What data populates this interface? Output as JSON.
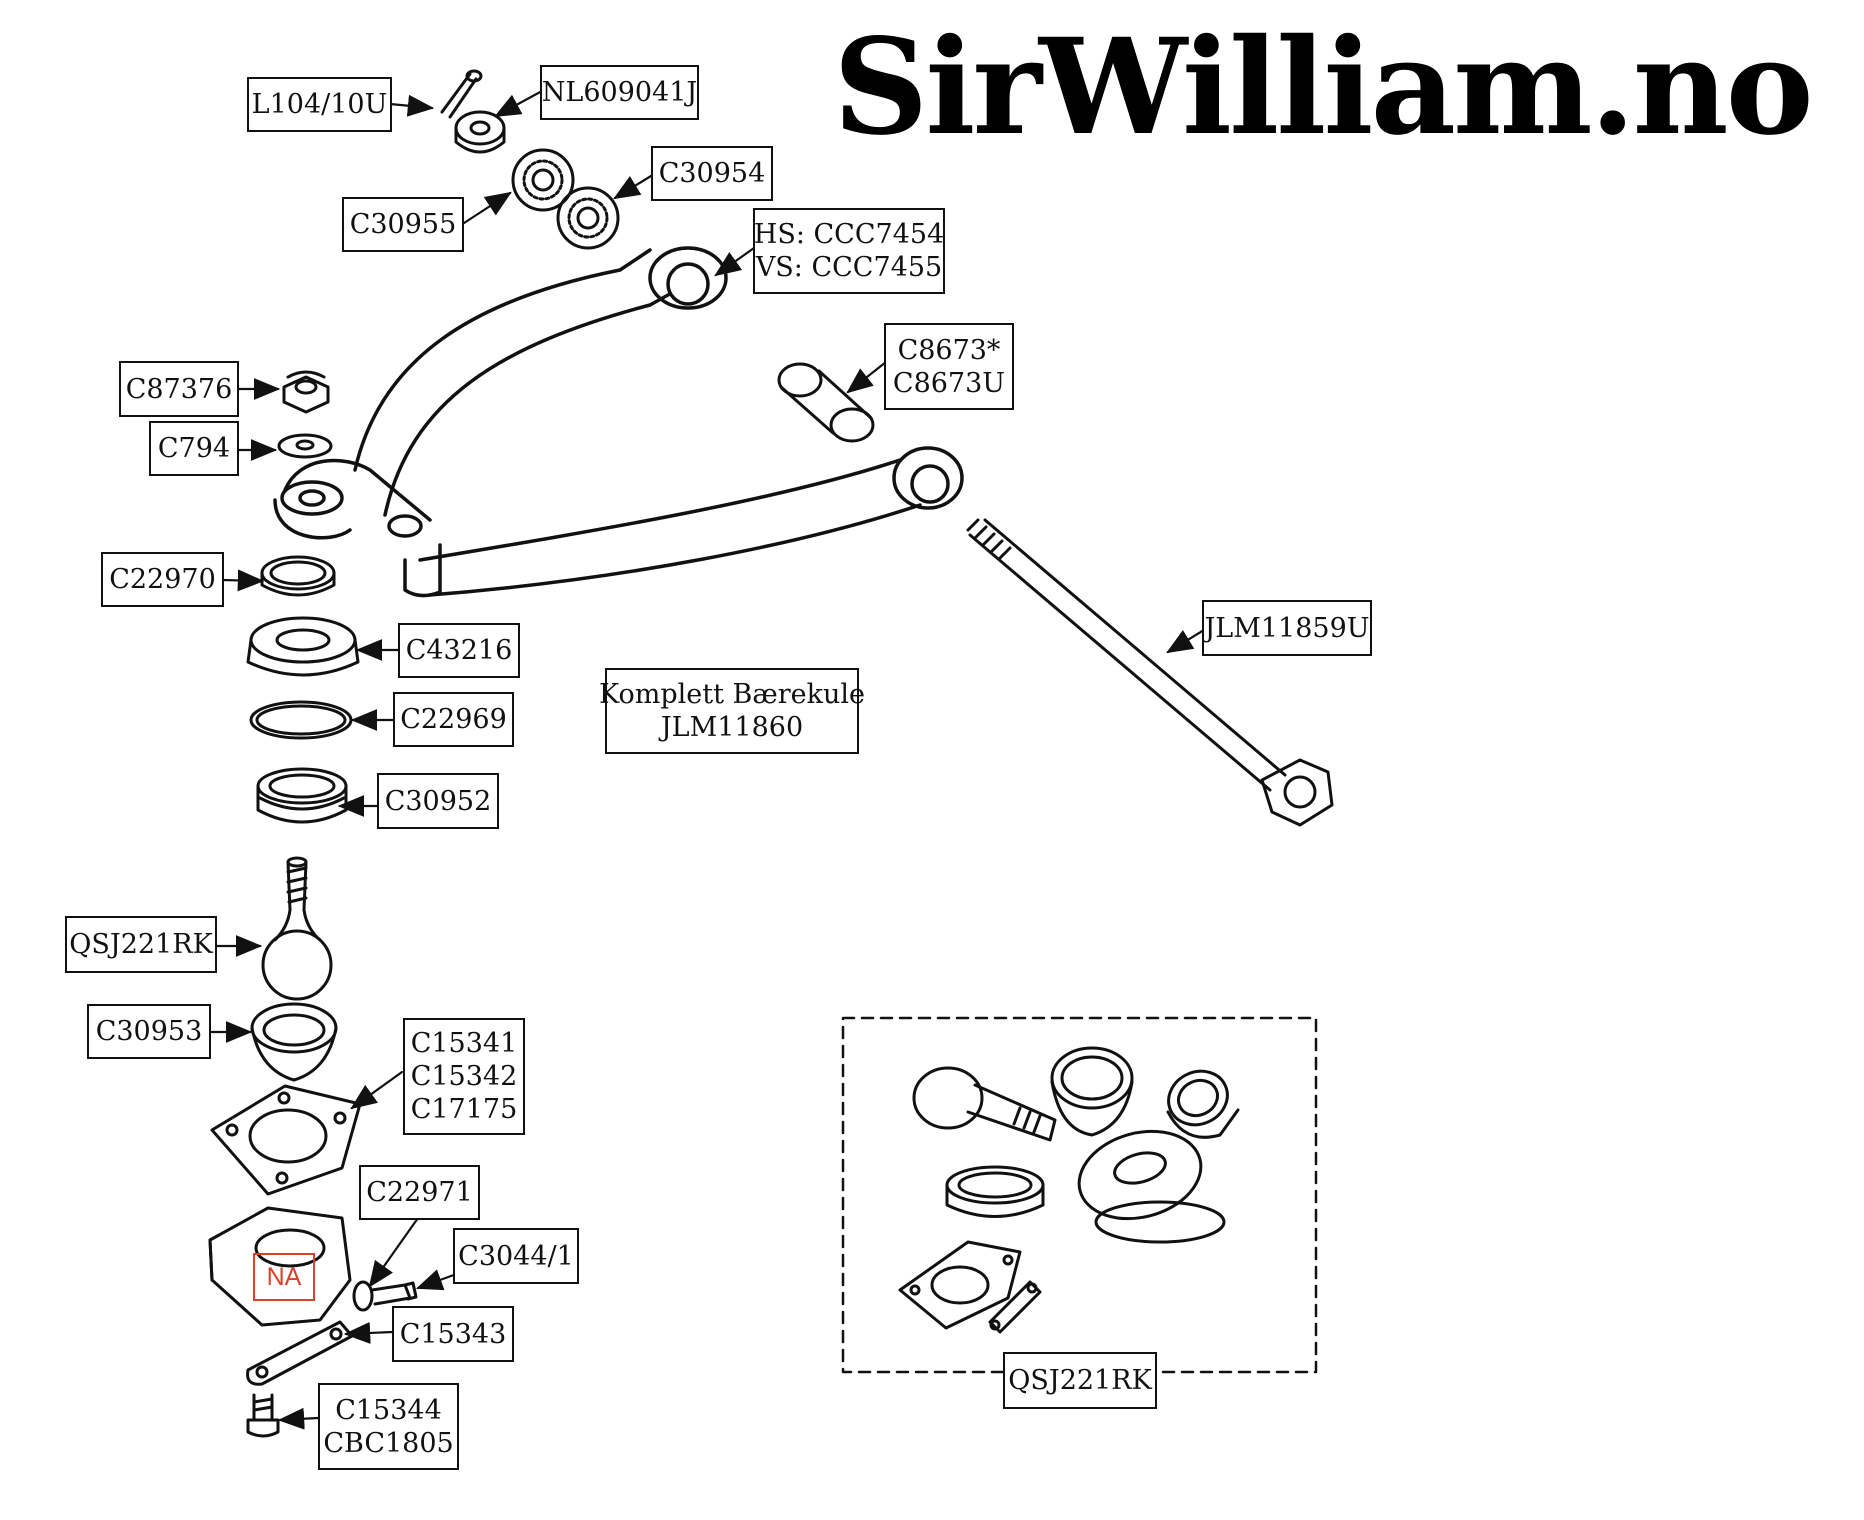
{
  "logo": "SirWilliam.no",
  "parts": {
    "l104": "L104/10U",
    "nl609041j": "NL609041J",
    "c30954": "C30954",
    "c30955": "C30955",
    "arm_hs": "HS: CCC7454",
    "arm_vs": "VS: CCC7455",
    "c8673": "C8673*",
    "c8673u": "C8673U",
    "c87376": "C87376",
    "c794": "C794",
    "c22970": "C22970",
    "c43216": "C43216",
    "c22969": "C22969",
    "c30952": "C30952",
    "jlm11859u": "JLM11859U",
    "kit_line1": "Komplett Bærekule",
    "kit_line2": "JLM11860",
    "qsj221rk": "QSJ221RK",
    "c30953": "C30953",
    "c15341": "C15341",
    "c15342": "C15342",
    "c17175": "C17175",
    "c22971": "C22971",
    "c3044": "C3044/1",
    "na": "NA",
    "c15343": "C15343",
    "c15344": "C15344",
    "cbc1805": "CBC1805",
    "qsj221rk_kit": "QSJ221RK"
  }
}
